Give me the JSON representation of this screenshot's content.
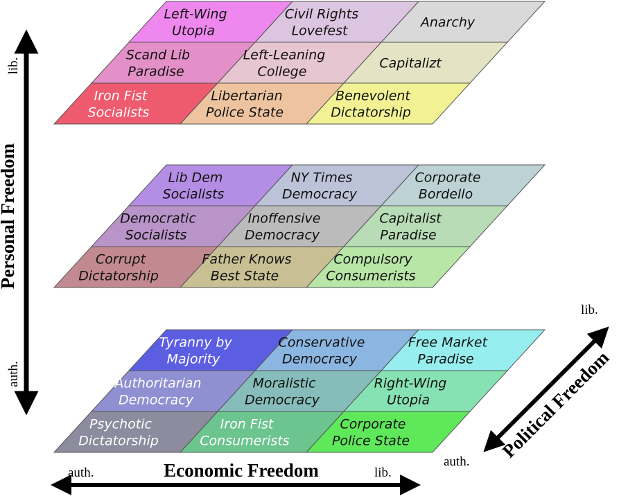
{
  "axes": {
    "personal": {
      "title": "Personal Freedom",
      "top": "lib.",
      "bottom": "auth."
    },
    "economic": {
      "title": "Economic Freedom",
      "left": "auth.",
      "right": "lib."
    },
    "political": {
      "title": "Political Freedom",
      "top": "lib.",
      "bottom": "auth."
    }
  },
  "layers": [
    {
      "name": "top",
      "rows": [
        [
          {
            "lines": [
              "Left-Wing",
              "Utopia"
            ],
            "color": "#ee88ee",
            "text_color": "#111111"
          },
          {
            "lines": [
              "Civil Rights",
              "Lovefest"
            ],
            "color": "#dcc5e0",
            "text_color": "#111111"
          },
          {
            "lines": [
              "Anarchy"
            ],
            "color": "#d9d9d9",
            "text_color": "#111111"
          }
        ],
        [
          {
            "lines": [
              "Scand Lib",
              "Paradise"
            ],
            "color": "#e490c8",
            "text_color": "#111111"
          },
          {
            "lines": [
              "Left-Leaning",
              "College"
            ],
            "color": "#e6c6d0",
            "text_color": "#111111"
          },
          {
            "lines": [
              "Capitalizt"
            ],
            "color": "#e4e4c4",
            "text_color": "#111111"
          }
        ],
        [
          {
            "lines": [
              "Iron Fist",
              "Socialists"
            ],
            "color": "#ee5a6e",
            "text_color": "#ffffff"
          },
          {
            "lines": [
              "Libertarian",
              "Police State"
            ],
            "color": "#eec4a0",
            "text_color": "#111111"
          },
          {
            "lines": [
              "Benevolent",
              "Dictatorship"
            ],
            "color": "#f2f294",
            "text_color": "#111111"
          }
        ]
      ]
    },
    {
      "name": "middle",
      "rows": [
        [
          {
            "lines": [
              "Lib Dem",
              "Socialists"
            ],
            "color": "#b48ee4",
            "text_color": "#111111"
          },
          {
            "lines": [
              "NY Times",
              "Democracy"
            ],
            "color": "#bcc2d8",
            "text_color": "#111111"
          },
          {
            "lines": [
              "Corporate",
              "Bordello"
            ],
            "color": "#bcd2d4",
            "text_color": "#111111"
          }
        ],
        [
          {
            "lines": [
              "Democratic",
              "Socialists"
            ],
            "color": "#b894c8",
            "text_color": "#111111"
          },
          {
            "lines": [
              "Inoffensive",
              "Democracy"
            ],
            "color": "#bbbbbb",
            "text_color": "#111111"
          },
          {
            "lines": [
              "Capitalist",
              "Paradise"
            ],
            "color": "#b8dcb6",
            "text_color": "#111111"
          }
        ],
        [
          {
            "lines": [
              "Corrupt",
              "Dictatorship"
            ],
            "color": "#c28a90",
            "text_color": "#111111"
          },
          {
            "lines": [
              "Father Knows",
              "Best State"
            ],
            "color": "#c8c094",
            "text_color": "#111111"
          },
          {
            "lines": [
              "Compulsory",
              "Consumerists"
            ],
            "color": "#b8e6a6",
            "text_color": "#111111"
          }
        ]
      ]
    },
    {
      "name": "bottom",
      "rows": [
        [
          {
            "lines": [
              "Tyranny by",
              "Majority"
            ],
            "color": "#5c5ee2",
            "text_color": "#ffffff"
          },
          {
            "lines": [
              "Conservative",
              "Democracy"
            ],
            "color": "#8cb6e2",
            "text_color": "#111111"
          },
          {
            "lines": [
              "Free Market",
              "Paradise"
            ],
            "color": "#96eeee",
            "text_color": "#111111"
          }
        ],
        [
          {
            "lines": [
              "Authoritarian",
              "Democracy"
            ],
            "color": "#8e90d2",
            "text_color": "#ffffff"
          },
          {
            "lines": [
              "Moralistic",
              "Democracy"
            ],
            "color": "#86bcba",
            "text_color": "#111111"
          },
          {
            "lines": [
              "Right-Wing",
              "Utopia"
            ],
            "color": "#86e2b2",
            "text_color": "#111111"
          }
        ],
        [
          {
            "lines": [
              "Psychotic",
              "Dictatorship"
            ],
            "color": "#8c8c9e",
            "text_color": "#ffffff"
          },
          {
            "lines": [
              "Iron Fist",
              "Consumerists"
            ],
            "color": "#6cc48e",
            "text_color": "#ffffff"
          },
          {
            "lines": [
              "Corporate",
              "Police State"
            ],
            "color": "#5ee85a",
            "text_color": "#111111"
          }
        ]
      ]
    }
  ]
}
